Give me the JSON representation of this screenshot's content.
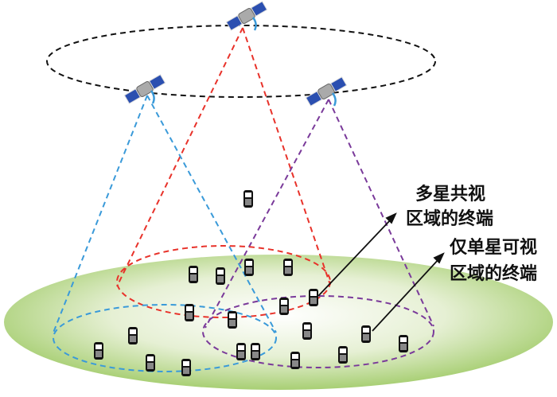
{
  "labels": {
    "multi_line1": "多星共视",
    "multi_line2": "区域的终端",
    "single_line1": "仅单星可视",
    "single_line2": "区域的终端"
  },
  "colors": {
    "orbit": "#111111",
    "red_beam": "#e8322a",
    "blue_beam": "#3a9ad9",
    "purple_beam": "#7a3a9a",
    "ground": "#b9d98a"
  },
  "satellites": [
    "satellite-top",
    "satellite-left",
    "satellite-right"
  ],
  "terminal_count": 20
}
